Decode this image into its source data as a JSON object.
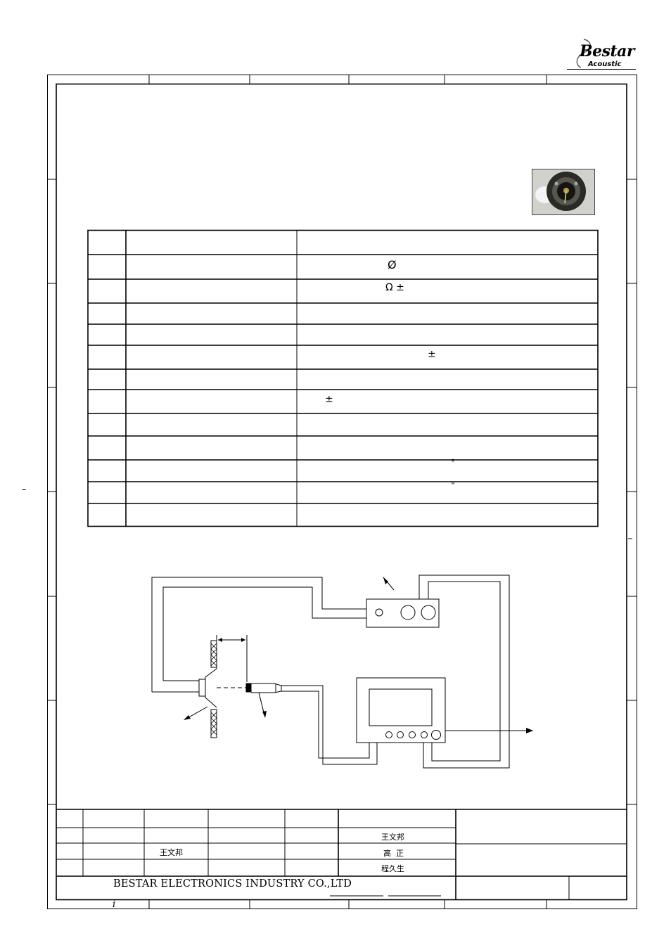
{
  "header": {
    "logo_text": "Bestar",
    "logo_subtext": "Acoustic"
  },
  "spec_table": {
    "symbols": {
      "row2": "Ø",
      "row3": "Ω ±",
      "row6": "±",
      "row8": "±",
      "row11": "°",
      "row12": "°"
    }
  },
  "title_block": {
    "designer_name": "王文邦",
    "drawn_name": "王文邦",
    "checked_name": "高  正",
    "approved_name": "程久生",
    "company_name": "BESTAR ELECTRONICS INDUSTRY CO.,LTD"
  },
  "left_margin_mark": "–",
  "bottom_mark": "i"
}
